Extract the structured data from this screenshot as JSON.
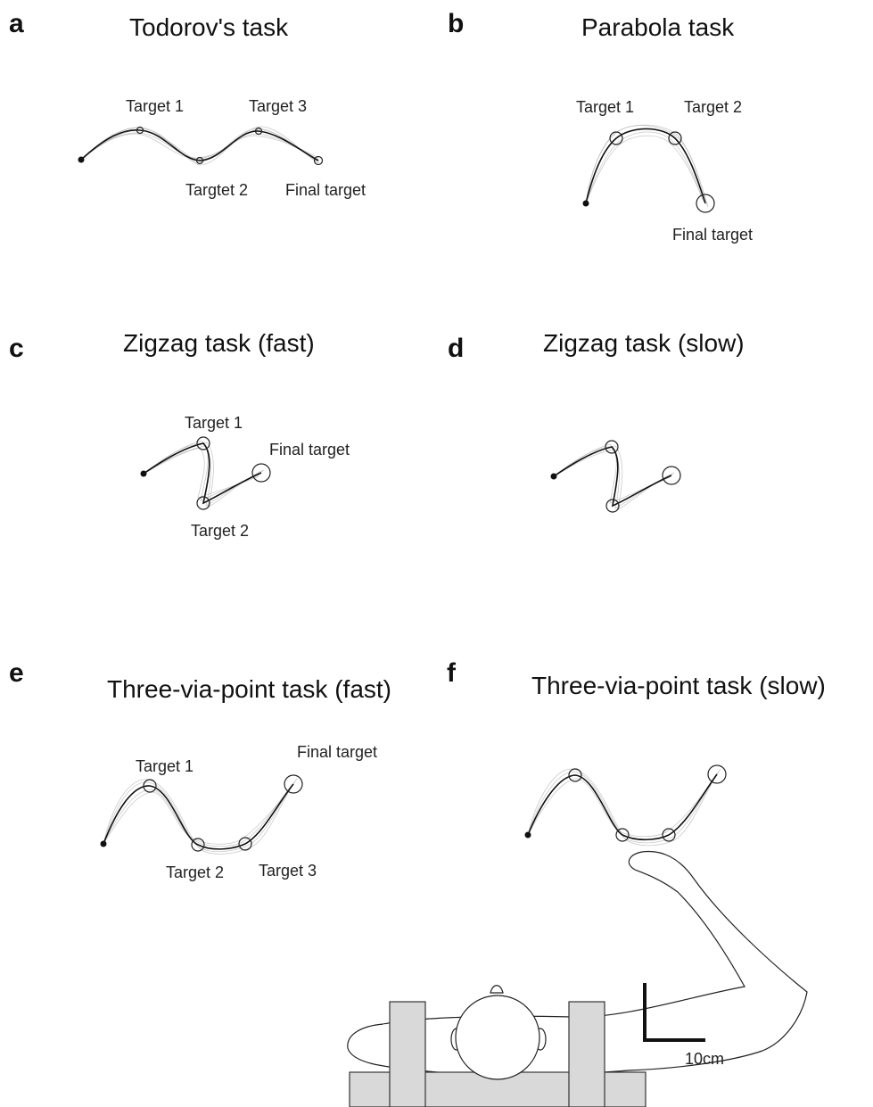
{
  "panels": [
    {
      "letter": "a",
      "title": "Todorov's task",
      "labels": [
        "Target 1",
        "Target 3",
        "Targtet 2",
        "Final target"
      ]
    },
    {
      "letter": "b",
      "title": "Parabola task",
      "labels": [
        "Target 1",
        "Target 2",
        "Final target"
      ]
    },
    {
      "letter": "c",
      "title": "Zigzag task (fast)",
      "labels": [
        "Target 1",
        "Final target",
        "Target 2"
      ]
    },
    {
      "letter": "d",
      "title": "Zigzag task (slow)",
      "labels": []
    },
    {
      "letter": "e",
      "title": "Three-via-point task (fast)",
      "labels": [
        "Target 1",
        "Final target",
        "Target 2",
        "Target 3"
      ]
    },
    {
      "letter": "f",
      "title": "Three-via-point task (slow)",
      "labels": []
    }
  ],
  "scale_bar": {
    "label": "10cm"
  },
  "colors": {
    "mean_path": "#111111",
    "trial_path": "#b8b8b8",
    "apparatus": "#d9d9d9"
  }
}
